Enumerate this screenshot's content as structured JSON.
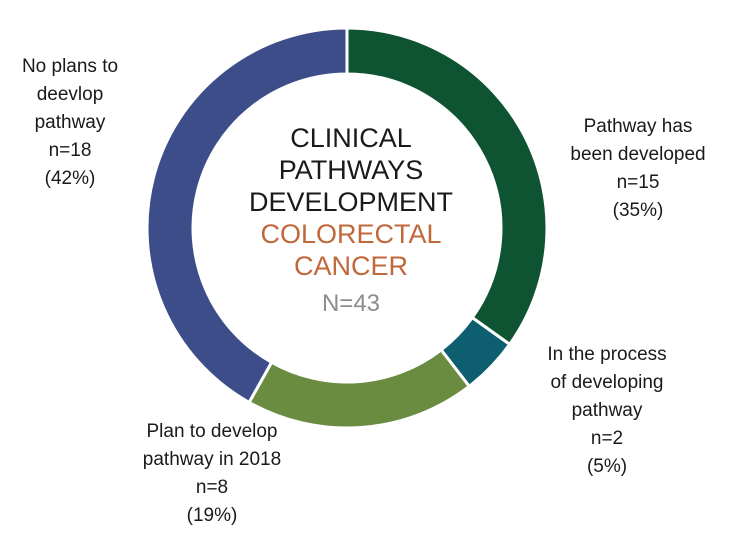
{
  "chart_data": {
    "type": "pie",
    "title": [
      "CLINICAL",
      "PATHWAYS",
      "DEVELOPMENT"
    ],
    "subtitle": [
      "COLORECTAL",
      "CANCER"
    ],
    "total_label": "N=43",
    "slices": [
      {
        "label_lines": [
          "Pathway has",
          "been developed"
        ],
        "count_text": "n=15",
        "percent_text": "(35%)",
        "value": 15,
        "color": "#0e5432"
      },
      {
        "label_lines": [
          "In the process",
          "of developing",
          "pathway"
        ],
        "count_text": "n=2",
        "percent_text": "(5%)",
        "value": 2,
        "color": "#0d5e6e"
      },
      {
        "label_lines": [
          "Plan to develop",
          "pathway in 2018"
        ],
        "count_text": "n=8",
        "percent_text": "(19%)",
        "value": 8,
        "color": "#6a8c41"
      },
      {
        "label_lines": [
          "No plans to",
          "deevlop",
          "pathway"
        ],
        "count_text": "n=18",
        "percent_text": "(42%)",
        "value": 18,
        "color": "#3c4d8a"
      }
    ]
  }
}
